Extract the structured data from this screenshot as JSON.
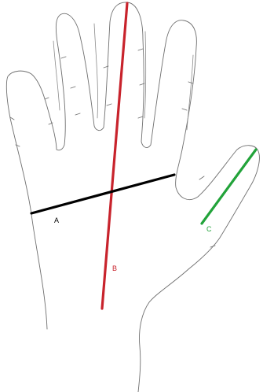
{
  "lines": {
    "a": {
      "label": "A",
      "color": "#000000"
    },
    "b": {
      "label": "B",
      "color": "#c8232c"
    },
    "c": {
      "label": "C",
      "color": "#22a33a"
    }
  }
}
